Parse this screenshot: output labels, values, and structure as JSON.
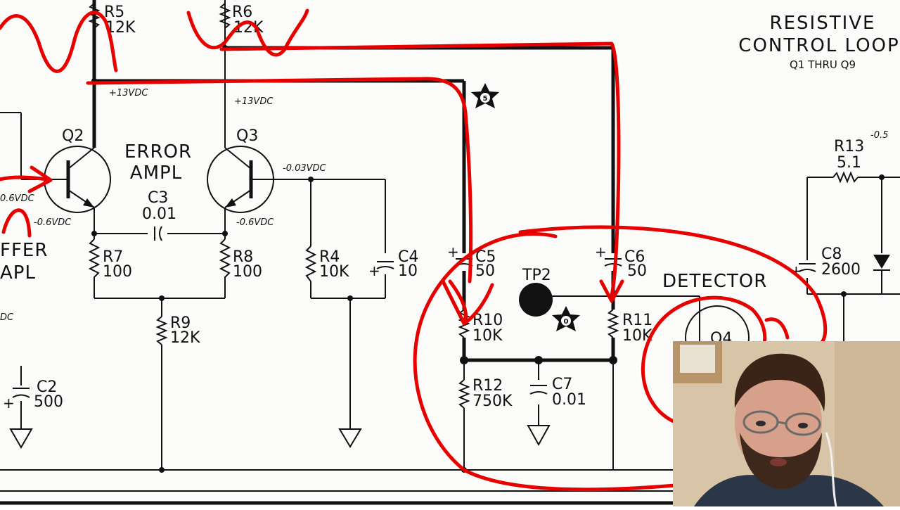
{
  "title": {
    "line1": "RESISTIVE",
    "line2": "CONTROL LOOP",
    "line3": "Q1 THRU Q9"
  },
  "stage_labels": {
    "error_ampl_1": "ERROR",
    "error_ampl_2": "AMPL",
    "buffer_ampl_1": "FFER",
    "buffer_ampl_2": "APL",
    "detector": "DETECTOR"
  },
  "components": {
    "r5_name": "R5",
    "r5_val": "12K",
    "r6_name": "R6",
    "r6_val": "12K",
    "r7_name": "R7",
    "r7_val": "100",
    "r8_name": "R8",
    "r8_val": "100",
    "r9_name": "R9",
    "r9_val": "12K",
    "r4_name": "R4",
    "r4_val": "10K",
    "r10_name": "R10",
    "r10_val": "10K",
    "r11_name": "R11",
    "r11_val": "10K",
    "r12_name": "R12",
    "r12_val": "750K",
    "r13_name": "R13",
    "r13_val": "5.1",
    "c2_name": "C2",
    "c2_val": "500",
    "c3_name": "C3",
    "c3_val": "0.01",
    "c4_name": "C4",
    "c4_val": "10",
    "c5_name": "C5",
    "c5_val": "50",
    "c6_name": "C6",
    "c6_val": "50",
    "c7_name": "C7",
    "c7_val": "0.01",
    "c8_name": "C8",
    "c8_val": "2600",
    "q2_name": "Q2",
    "q3_name": "Q3",
    "q4_name": "Q4",
    "tp2_name": "TP2"
  },
  "voltages": {
    "v_13_a": "+13VDC",
    "v_13_b": "+13VDC",
    "v_q3_col": "-0.03VDC",
    "v_q2_emit": "-0.6VDC",
    "v_q3_emit": "-0.6VDC",
    "v_left": "0.6VDC",
    "v_left2": "DC",
    "v_right": "-0.5"
  },
  "markers": {
    "star_top": "5",
    "star_tp2": "0"
  },
  "colors": {
    "annotation": "#e60000",
    "ink": "#111111",
    "paper": "#fbfbf9"
  }
}
